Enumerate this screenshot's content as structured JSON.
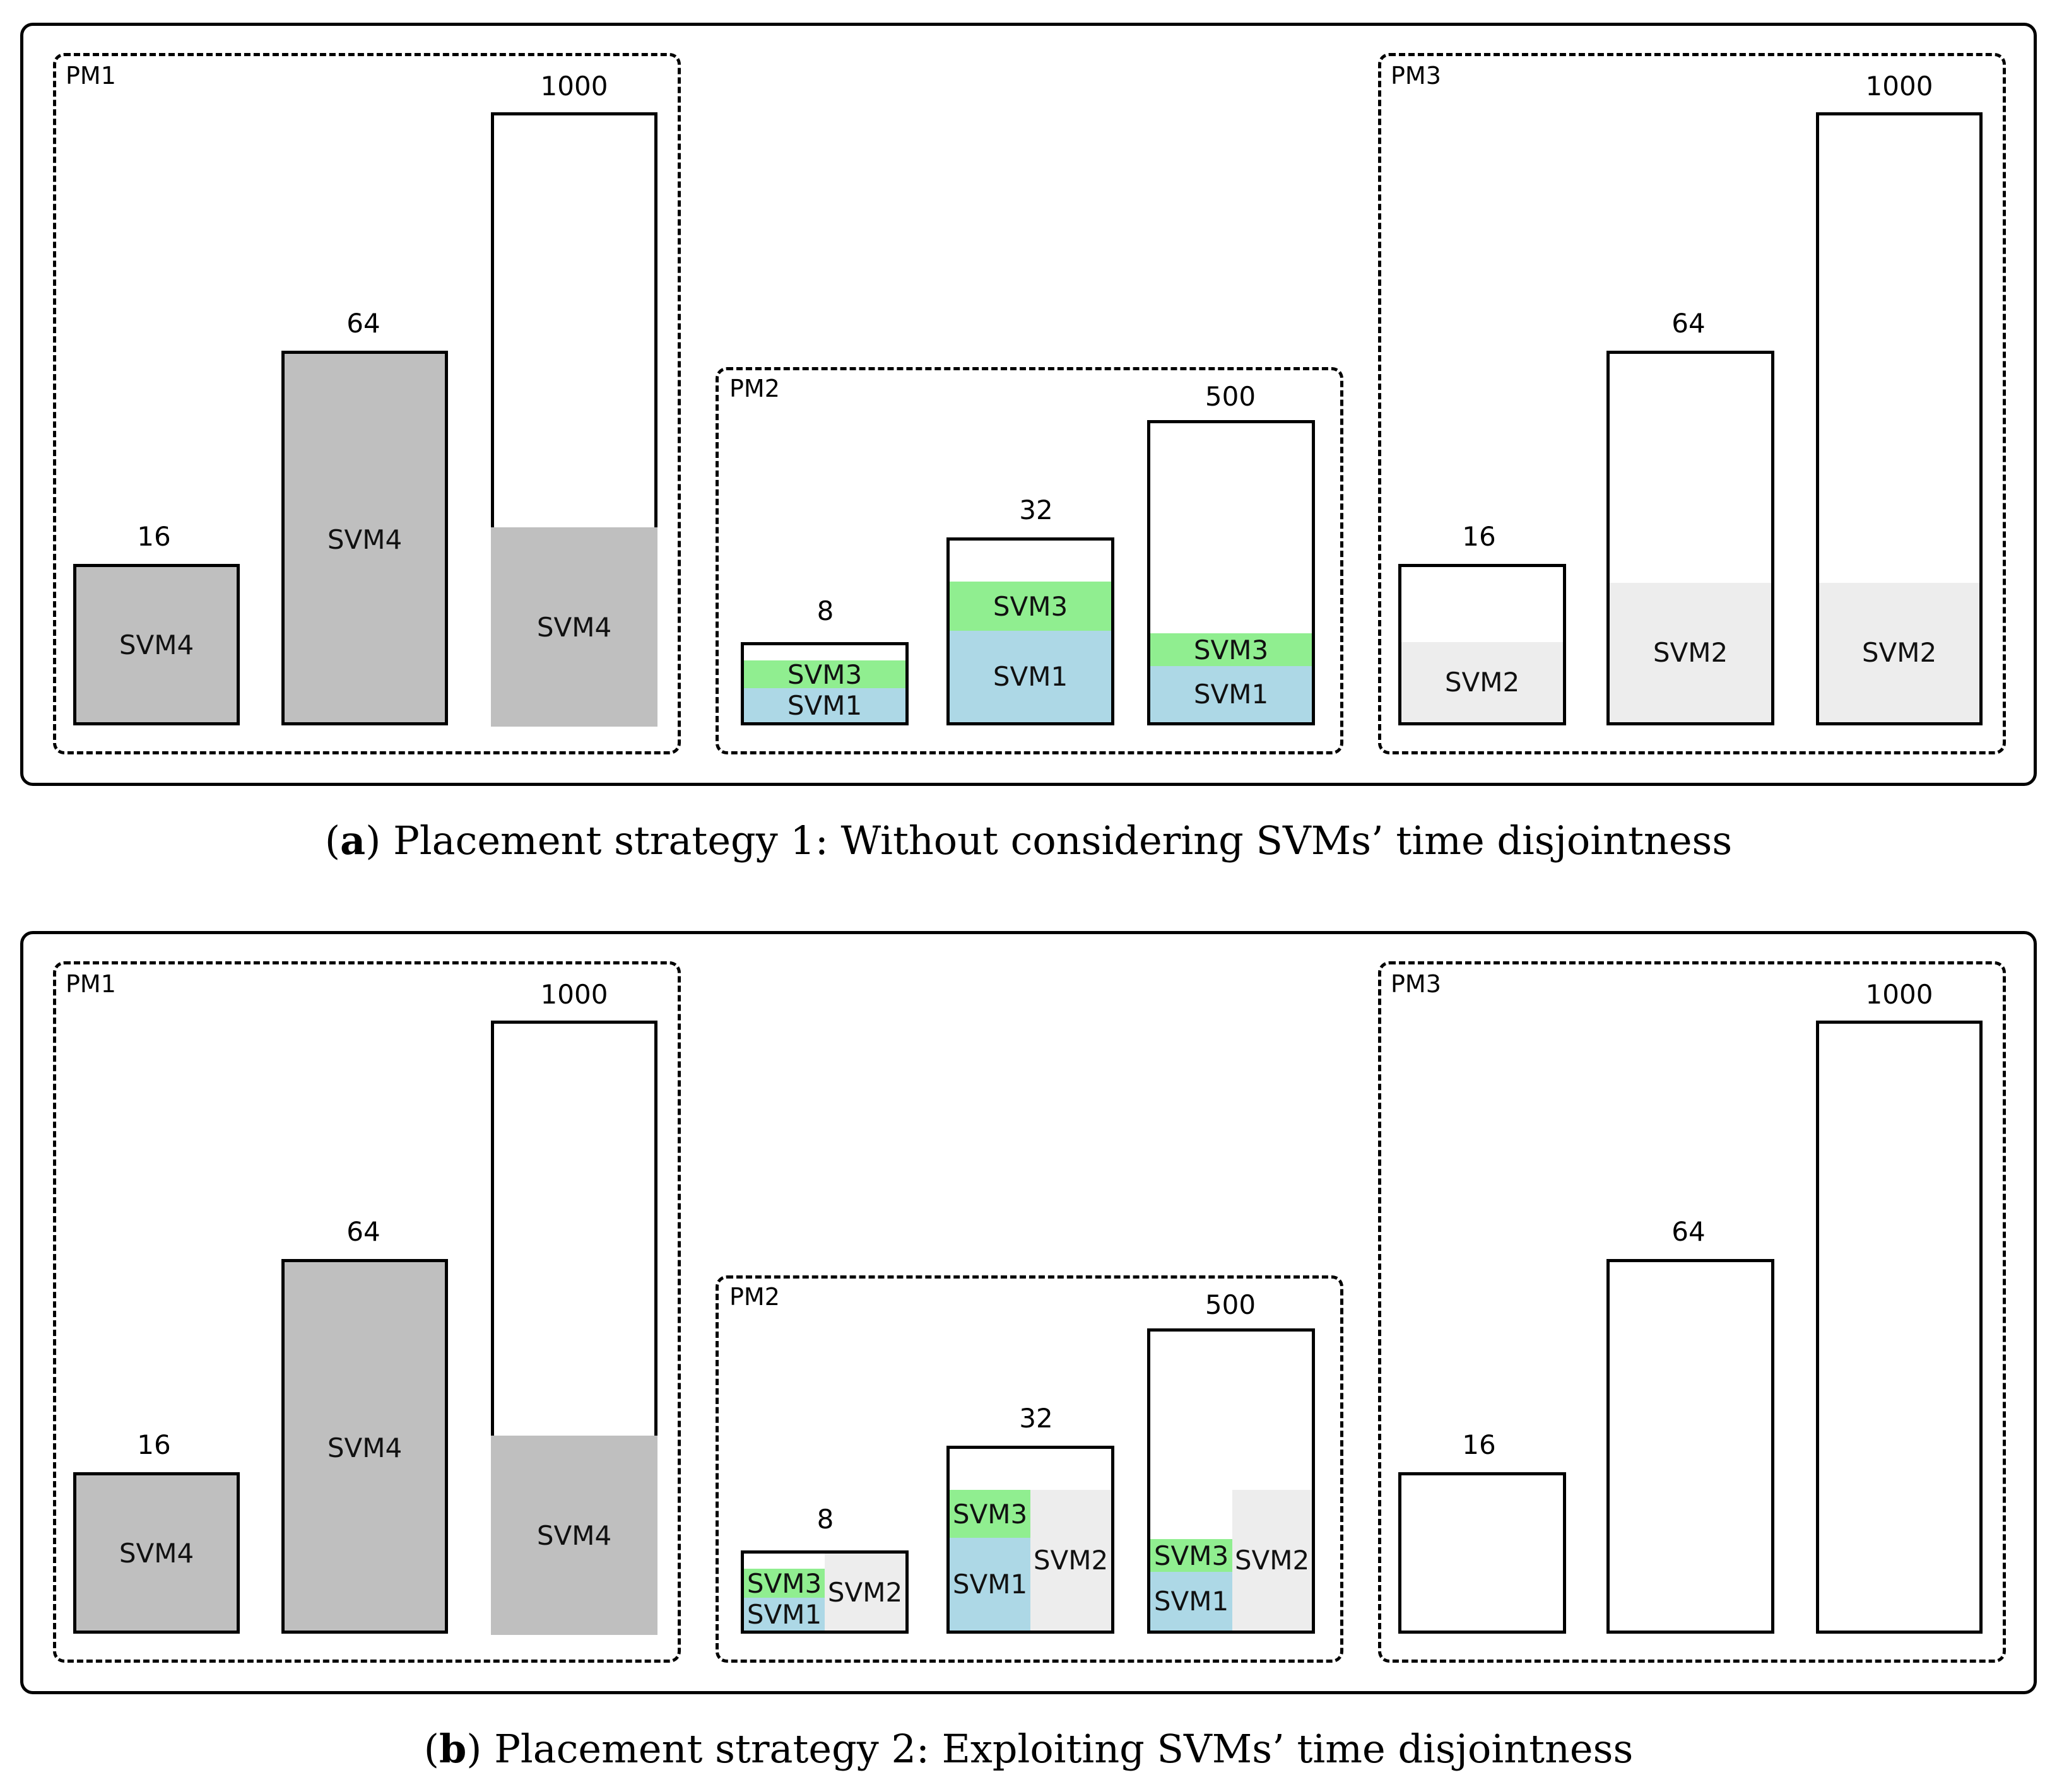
{
  "panel_a": {
    "caption_tag": "a",
    "caption_text": "Placement strategy 1: Without considering SVMs’ time disjointness",
    "pm1": {
      "label": "PM1",
      "caps": [
        "16",
        "64",
        "1000"
      ],
      "seg": "SVM4"
    },
    "pm2": {
      "label": "PM2",
      "caps": [
        "8",
        "32",
        "500"
      ],
      "svm3": "SVM3",
      "svm1": "SVM1"
    },
    "pm3": {
      "label": "PM3",
      "caps": [
        "16",
        "64",
        "1000"
      ],
      "seg": "SVM2"
    }
  },
  "panel_b": {
    "caption_tag": "b",
    "caption_text": "Placement strategy 2: Exploiting SVMs’ time disjointness",
    "pm1": {
      "label": "PM1",
      "caps": [
        "16",
        "64",
        "1000"
      ],
      "seg": "SVM4"
    },
    "pm2": {
      "label": "PM2",
      "caps": [
        "8",
        "32",
        "500"
      ],
      "svm3": "SVM3",
      "svm1": "SVM1",
      "svm2": "SVM2"
    },
    "pm3": {
      "label": "PM3",
      "caps": [
        "16",
        "64",
        "1000"
      ]
    }
  },
  "colors": {
    "svm4": "#bfbfbf",
    "svm1": "#add8e6",
    "svm3": "#90ee90",
    "svm2": "#ededed"
  }
}
